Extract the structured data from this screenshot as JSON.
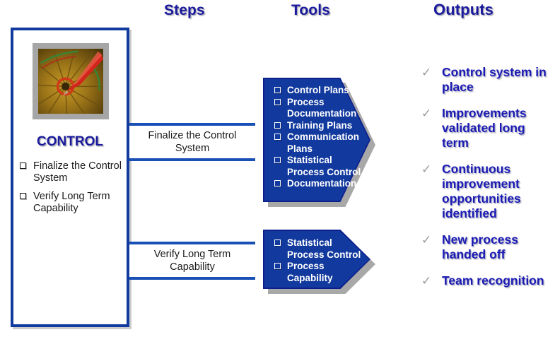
{
  "headers": {
    "steps": "Steps",
    "tools": "Tools",
    "outputs": "Outputs"
  },
  "colors": {
    "header_blue": "#1a1a9c",
    "frame_blue": "#103a9e",
    "rule_blue": "#1850b5",
    "arrow_fill": "#123a9e",
    "arrow_border": "#0d1f8c",
    "output_text_blue": "#1a1ab4",
    "check_gray": "#9a9a9a",
    "shadow_gray": "#a8a8a8",
    "image_frame_gray": "#a6a6a6"
  },
  "phase": {
    "title": "CONTROL",
    "image_icon": "dartboard-bullseye-image",
    "bullets": [
      "Finalize the Control System",
      "Verify Long Term Capability"
    ]
  },
  "steps": [
    {
      "label": "Finalize the Control System"
    },
    {
      "label": "Verify Long Term Capability"
    }
  ],
  "tools": [
    {
      "items": [
        "Control Plans",
        "Process Documentation",
        "Training Plans",
        "Communication Plans",
        "Statistical Process Control",
        "Documentation"
      ]
    },
    {
      "items": [
        "Statistical Process Control",
        "Process Capability"
      ]
    }
  ],
  "outputs": {
    "check_glyph": "✓",
    "items": [
      "Control system in place",
      "Improvements validated long term",
      "Continuous improvement opportunities identified",
      "New process handed off",
      "Team recognition"
    ]
  }
}
